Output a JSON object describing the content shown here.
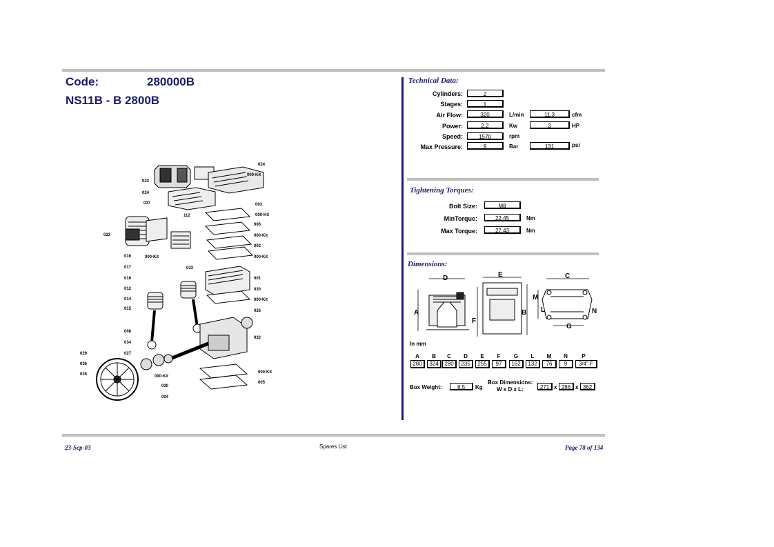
{
  "header": {
    "code_label": "Code:",
    "code_value": "280000B",
    "model": "NS11B - B 2800B"
  },
  "technical": {
    "title": "Technical Data:",
    "rows": [
      {
        "label": "Cylinders:",
        "value": "2",
        "unit": "",
        "value2": "",
        "unit2": ""
      },
      {
        "label": "Stages:",
        "value": "1",
        "unit": "",
        "value2": "",
        "unit2": ""
      },
      {
        "label": "Air Flow:",
        "value": "320",
        "unit": "L/min",
        "value2": "11.3",
        "unit2": "cfm"
      },
      {
        "label": "Power:",
        "value": "2.2",
        "unit": "Kw",
        "value2": "3",
        "unit2": "HP"
      },
      {
        "label": "Speed:",
        "value": "1570",
        "unit": "rpm",
        "value2": "",
        "unit2": ""
      },
      {
        "label": "Max Pressure:",
        "value": "9",
        "unit": "Bar",
        "value2": "131",
        "unit2": "psi"
      }
    ]
  },
  "torques": {
    "title": "Tightening Torques:",
    "rows": [
      {
        "label": "Bolt Size:",
        "value": "M8",
        "unit": ""
      },
      {
        "label": "MinTorque:",
        "value": "22.45",
        "unit": "Nm"
      },
      {
        "label": "Max Torque:",
        "value": "27.43",
        "unit": "Nm"
      }
    ]
  },
  "dimensions": {
    "title": "Dimensions:",
    "in_mm": "In mm",
    "letters": [
      "A",
      "B",
      "C",
      "D",
      "E",
      "F",
      "G",
      "L",
      "M",
      "N",
      "P"
    ],
    "values": [
      "280",
      "324",
      "280",
      "235",
      "255",
      "97",
      "162",
      "132",
      "76",
      "9",
      "3/4\" F"
    ],
    "drawing_labels": {
      "a": "A",
      "b": "B",
      "c": "C",
      "d": "D",
      "e": "E",
      "f": "F",
      "g": "G",
      "l": "L",
      "m": "M",
      "n": "N"
    },
    "box_weight_label": "Box Weight:",
    "box_weight_value": "8.5",
    "box_weight_unit": "Kg",
    "box_dim_label1": "Box Dimensions:",
    "box_dim_label2": "W x D x L:",
    "box_dims": [
      "271",
      "286",
      "362"
    ],
    "x_sep": "x"
  },
  "parts": {
    "labels": [
      "024",
      "000-Kit",
      "023",
      "024",
      "037",
      "003",
      "112",
      "000-Kit",
      "006",
      "023",
      "000-Kit",
      "002",
      "000-Kit",
      "000-Kit",
      "016",
      "017",
      "033",
      "001",
      "018",
      "030",
      "012",
      "000-Kit",
      "014",
      "026",
      "015",
      "008",
      "032",
      "034",
      "029",
      "027",
      "036",
      "035",
      "000-Kit",
      "000-Kit",
      "030",
      "005",
      "004"
    ]
  },
  "footer": {
    "date": "23-Sep-03",
    "center": "Spares List",
    "page": "Page 78 of 134"
  }
}
